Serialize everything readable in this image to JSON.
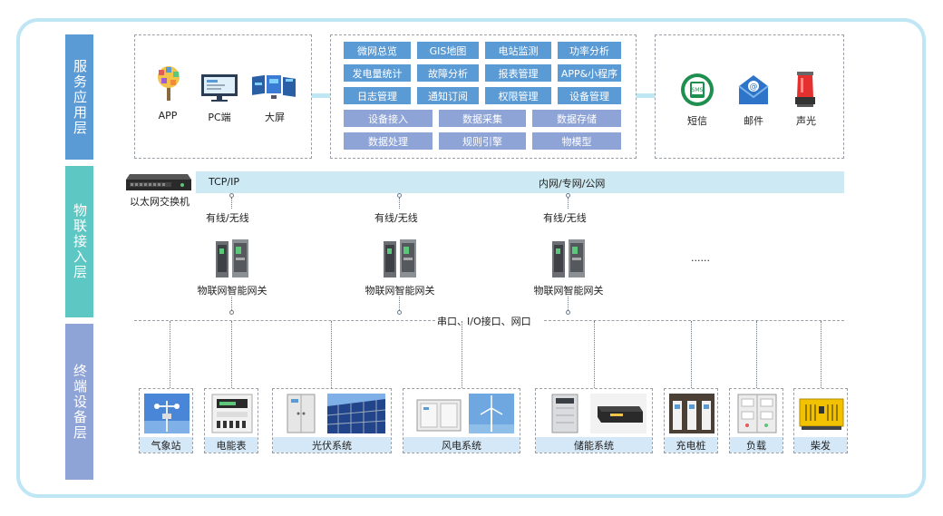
{
  "layers": {
    "service": "服务应用层",
    "iot_access": "物联接入层",
    "terminal": "终端设备层"
  },
  "clients": [
    {
      "label": "APP",
      "icon": "app-tree-icon"
    },
    {
      "label": "PC端",
      "icon": "pc-monitor-icon"
    },
    {
      "label": "大屏",
      "icon": "big-screen-icon"
    }
  ],
  "services_row1": [
    "微网总览",
    "GIS地图",
    "电站监测",
    "功率分析"
  ],
  "services_row2": [
    "发电量统计",
    "故障分析",
    "报表管理",
    "APP&小程序"
  ],
  "services_row3": [
    "日志管理",
    "通知订阅",
    "权限管理",
    "设备管理"
  ],
  "services_row4": [
    "设备接入",
    "数据采集",
    "数据存储"
  ],
  "services_row5": [
    "数据处理",
    "规则引擎",
    "物模型"
  ],
  "alerts": [
    {
      "label": "短信",
      "icon": "sms-icon"
    },
    {
      "label": "邮件",
      "icon": "mail-icon"
    },
    {
      "label": "声光",
      "icon": "alarm-light-icon"
    }
  ],
  "network": {
    "switch_label": "以太网交换机",
    "protocol": "TCP/IP",
    "net_types": "内网/专网/公网",
    "link_type": "有线/无线",
    "gateway_label": "物联网智能网关",
    "ellipsis": "......",
    "interfaces": "串口、I/O接口、网口"
  },
  "devices": [
    "气象站",
    "电能表",
    "光伏系统",
    "风电系统",
    "储能系统",
    "充电桩",
    "负载",
    "柴发"
  ],
  "colors": {
    "service_blue": "#5b9bd5",
    "service_purple": "#8ea3d6",
    "iot_teal": "#5cc7c3",
    "bar_bg": "#cde9f3",
    "frame": "#bfe6f5"
  }
}
